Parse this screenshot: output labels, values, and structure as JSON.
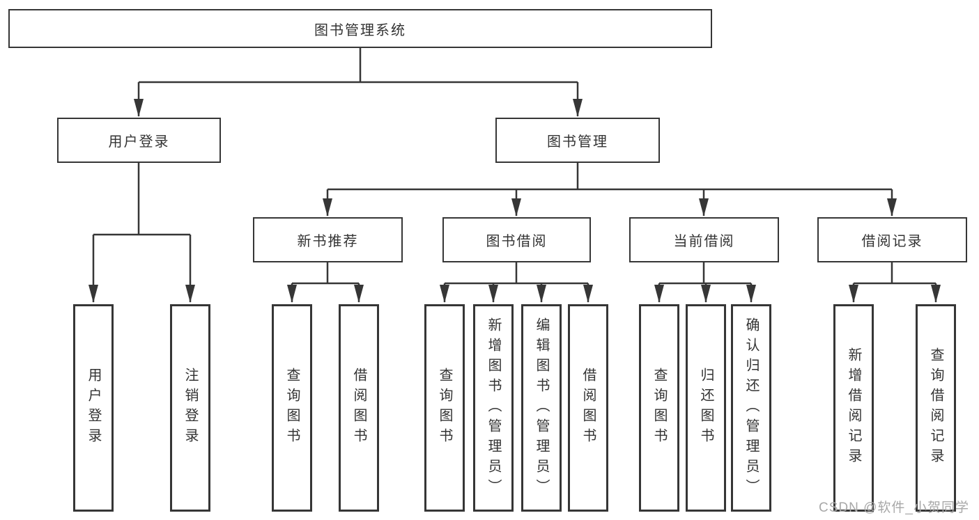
{
  "diagram": {
    "root": "图书管理系统",
    "branches": {
      "user": {
        "label": "用户登录",
        "leaves": [
          "用户登录",
          "注销登录"
        ]
      },
      "book": {
        "label": "图书管理",
        "sections": [
          {
            "label": "新书推荐",
            "leaves": [
              "查询图书",
              "借阅图书"
            ]
          },
          {
            "label": "图书借阅",
            "leaves": [
              "查询图书",
              "新增图书（管理员）",
              "编辑图书（管理员）",
              "借阅图书"
            ]
          },
          {
            "label": "当前借阅",
            "leaves": [
              "查询图书",
              "归还图书",
              "确认归还（管理员）"
            ]
          },
          {
            "label": "借阅记录",
            "leaves": [
              "新增借阅记录",
              "查询借阅记录"
            ]
          }
        ]
      }
    },
    "colors": {
      "line": "#363636",
      "text": "#333333",
      "box_background": "#ffffff",
      "watermark": "#a8a8a8"
    }
  },
  "watermark": "CSDN @软件_小贺同学"
}
